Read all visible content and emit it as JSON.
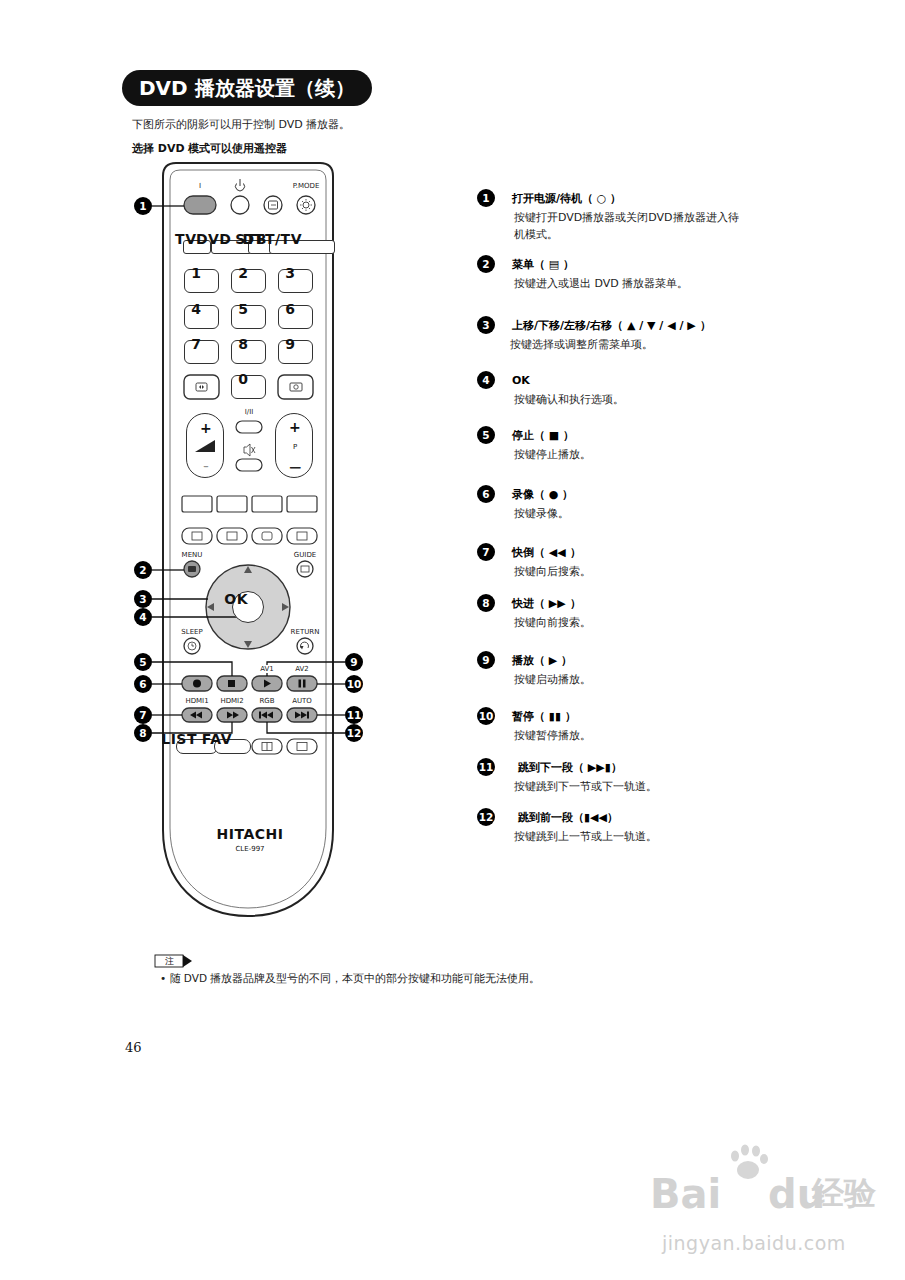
{
  "diagram": {
    "title": "DVD 播放器设置（续）",
    "nodes": [
      {
        "text": [
          "HITACHI",
          "CLE-997"
        ]
      },
      {
        "text": [
          "TV"
        ],
        "in": 0
      },
      {
        "text": [
          "DVD"
        ],
        "in": 0
      },
      {
        "text": [
          "STB"
        ],
        "in": 0
      },
      {
        "text": [
          "DTT/TV"
        ],
        "in": 0
      },
      {
        "text": [
          "1"
        ],
        "in": 0
      },
      {
        "text": [
          "2"
        ],
        "in": 0
      },
      {
        "text": [
          "3"
        ],
        "in": 0
      },
      {
        "text": [
          "4"
        ],
        "in": 0
      },
      {
        "text": [
          "5"
        ],
        "in": 0
      },
      {
        "text": [
          "6"
        ],
        "in": 0
      },
      {
        "text": [
          "7"
        ],
        "in": 0
      },
      {
        "text": [
          "8"
        ],
        "in": 0
      },
      {
        "text": [
          "9"
        ],
        "in": 0
      },
      {
        "text": [
          "0"
        ],
        "in": 0
      },
      {
        "text": [
          "+",
          "−"
        ],
        "in": 0
      },
      {
        "text": [
          "+",
          "P",
          "−"
        ],
        "in": 0
      },
      {
        "text": [
          "OK"
        ],
        "in": 0
      },
      {
        "text": [
          "LIST"
        ],
        "in": 0
      },
      {
        "text": [
          "FAV"
        ],
        "in": 0
      }
    ],
    "labels": [
      "下图所示的阴影可以用于控制 DVD 播放器。",
      "选择 DVD 模式可以使用遥控器",
      "I",
      "P.MODE",
      "I/II",
      "MENU",
      "GUIDE",
      "SLEEP",
      "RETURN",
      "AV1",
      "AV2",
      "HDMI1",
      "HDMI2",
      "RGB",
      "AUTO",
      "1",
      "2",
      "3",
      "4",
      "5",
      "6",
      "7",
      "8",
      "9",
      "10",
      "11",
      "12",
      "1",
      "打开电源/待机（ ○ ）",
      "按键打开DVD播放器或关闭DVD播放器进入待机模式。",
      "2",
      "菜单（ ▤ ）",
      "按键进入或退出 DVD 播放器菜单。",
      "3",
      "上移/下移/左移/右移（ ▲ / ▼ / ◀ / ▶ ）",
      "按键选择或调整所需菜单项。",
      "4",
      "OK",
      "按键确认和执行选项。",
      "5",
      "停止（ ■ ）",
      "按键停止播放。",
      "6",
      "录像（ ● ）",
      "按键录像。",
      "7",
      "快倒（ ◀◀ ）",
      "按键向后搜索。",
      "8",
      "快进（ ▶▶ ）",
      "按键向前搜索。",
      "9",
      "播放（ ▶ ）",
      "按键启动播放。",
      "10",
      "暂停（ ▮▮ ）",
      "按键暂停播放。",
      "11",
      "跳到下一段（ ▶▶▮）",
      "按键跳到下一节或下一轨道。",
      "12",
      "跳到前一段（▮◀◀）",
      "按键跳到上一节或上一轨道。",
      "注",
      "• 随 DVD 播放器品牌及型号的不同，本页中的部分按键和功能可能无法使用。",
      "46",
      "Bai",
      "du",
      "经验",
      "jingyan.baidu.com"
    ]
  }
}
